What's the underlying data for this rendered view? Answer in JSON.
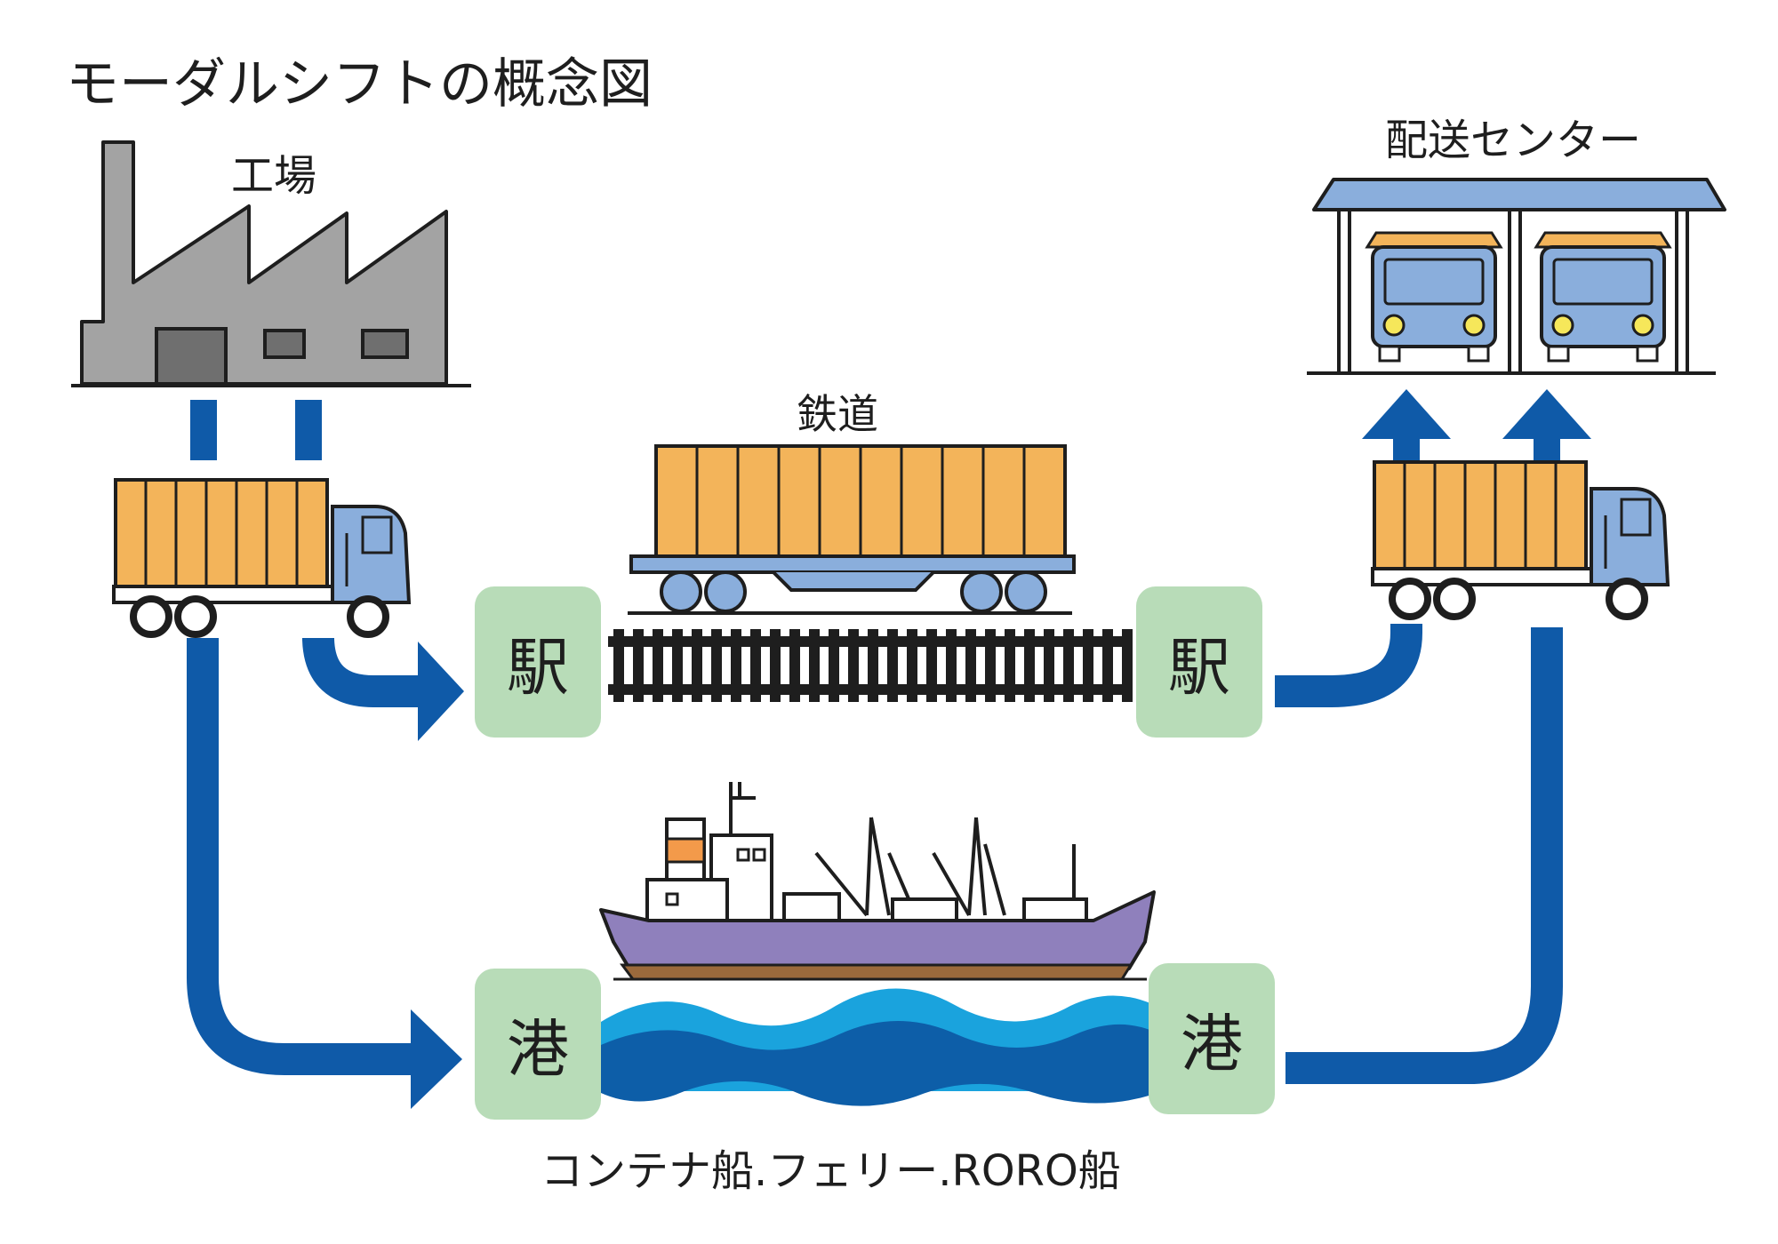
{
  "title": "モーダルシフトの概念図",
  "labels": {
    "factory": "工場",
    "distribution_center": "配送センター",
    "railway": "鉄道",
    "ship_types": "コンテナ船.フェリー.RORO船"
  },
  "nodes": {
    "station_left": "駅",
    "station_right": "駅",
    "port_left": "港",
    "port_right": "港"
  },
  "colors": {
    "arrow": "#0f5aa8",
    "node": "#b8dcb8",
    "container": "#f3b45a",
    "cab": "#8aaedc",
    "factory": "#a3a3a3",
    "ship_hull": "#8f80bc",
    "sea_dark": "#0d5ea8",
    "sea_light": "#1aa3dd"
  },
  "icons": [
    "factory-icon",
    "truck-icon",
    "train-icon",
    "rail-track-icon",
    "ship-icon",
    "sea-waves-icon",
    "distribution-center-icon",
    "arrow-icon"
  ]
}
